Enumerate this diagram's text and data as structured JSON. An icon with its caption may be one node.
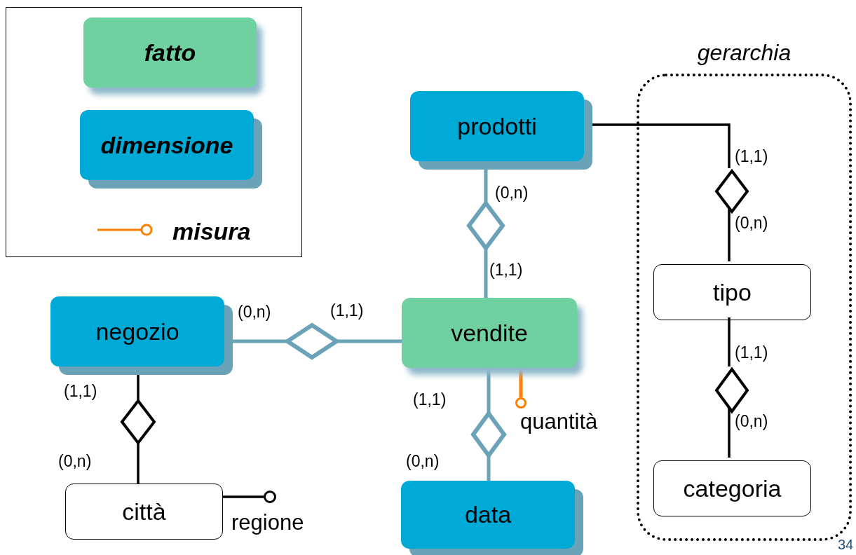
{
  "diagram": {
    "nodes": [
      {
        "text": [
          "prodotti"
        ]
      },
      {
        "text": [
          "gerarchia"
        ]
      },
      {
        "text": [],
        "shape": "diamond",
        "in": 1
      },
      {
        "text": [],
        "shape": "diamond"
      },
      {
        "text": [
          "tipo"
        ],
        "in": 1
      },
      {
        "text": [
          "negozio"
        ]
      },
      {
        "text": [],
        "shape": "diamond"
      },
      {
        "text": [
          "vendite"
        ]
      },
      {
        "text": [],
        "shape": "diamond",
        "in": 1
      },
      {
        "text": [],
        "shape": "diamond"
      },
      {
        "text": [],
        "shape": "circle",
        "beside": [
          "quantità"
        ]
      },
      {
        "text": [],
        "shape": "diamond"
      },
      {
        "text": [
          "categoria"
        ],
        "in": 1
      },
      {
        "text": [
          "città"
        ]
      },
      {
        "text": [],
        "shape": "circle",
        "beside": [
          "regione"
        ]
      },
      {
        "text": [
          "data"
        ]
      }
    ],
    "edges": [
      {
        "from": 0,
        "to": 3,
        "arrow": "none",
        "label": "(0,n)",
        "color": "#6aa2b8"
      },
      {
        "from": 3,
        "to": 7,
        "arrow": "none",
        "label": "(1,1)",
        "color": "#6aa2b8"
      },
      {
        "from": 5,
        "to": 6,
        "arrow": "none",
        "label": "(0,n)",
        "color": "#6aa2b8"
      },
      {
        "from": 6,
        "to": 7,
        "arrow": "none",
        "label": "(1,1)",
        "color": "#6aa2b8"
      },
      {
        "from": 7,
        "to": 11,
        "arrow": "none",
        "label": "(1,1)",
        "color": "#6aa2b8"
      },
      {
        "from": 11,
        "to": 15,
        "arrow": "none",
        "label": "(0,n)",
        "color": "#6aa2b8"
      },
      {
        "from": 7,
        "to": 10,
        "arrow": "none",
        "color": "#ff7f00"
      },
      {
        "from": 0,
        "to": 2,
        "arrow": "none",
        "label": "(1,1)"
      },
      {
        "from": 2,
        "to": 4,
        "arrow": "none",
        "label": "(0,n)"
      },
      {
        "from": 4,
        "to": 8,
        "arrow": "none",
        "label": "(1,1)"
      },
      {
        "from": 8,
        "to": 12,
        "arrow": "none",
        "label": "(0,n)"
      },
      {
        "from": 5,
        "to": 9,
        "arrow": "none",
        "label": "(1,1)"
      },
      {
        "from": 9,
        "to": 13,
        "arrow": "none",
        "label": "(0,n)"
      },
      {
        "from": 13,
        "to": 14,
        "arrow": "none"
      }
    ],
    "labels": [
      "34"
    ],
    "legend": [
      {
        "text": "fatto",
        "color": "#6fd19f"
      },
      {
        "text": "dimensione",
        "color": "#00aad6"
      },
      {
        "text": "misura"
      }
    ]
  }
}
